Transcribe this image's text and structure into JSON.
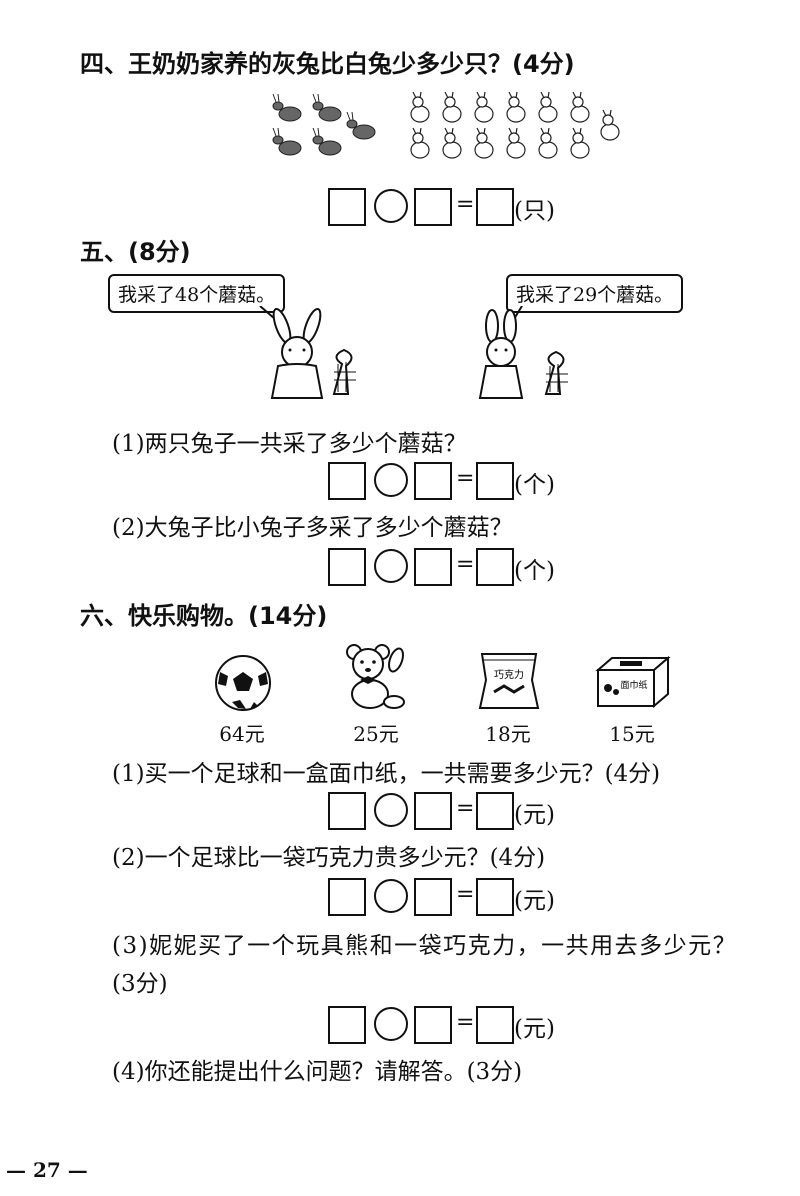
{
  "section4": {
    "title": "四、王奶奶家养的灰兔比白兔少多少只？(4分)",
    "unit": "(只)"
  },
  "section5": {
    "title": "五、(8分)",
    "bubble_left": "我采了48个蘑菇。",
    "bubble_right": "我采了29个蘑菇。",
    "q1": "(1)两只兔子一共采了多少个蘑菇？",
    "q1_unit": "(个)",
    "q2": "(2)大兔子比小兔子多采了多少个蘑菇？",
    "q2_unit": "(个)"
  },
  "section6": {
    "title": "六、快乐购物。(14分)",
    "items": [
      {
        "icon": "soccer-ball-icon",
        "price": "64元"
      },
      {
        "icon": "teddy-bear-icon",
        "price": "25元"
      },
      {
        "icon": "chocolate-bag-icon",
        "price": "18元",
        "label": "巧克力"
      },
      {
        "icon": "tissue-box-icon",
        "price": "15元",
        "label": "面巾纸"
      }
    ],
    "q1": "(1)买一个足球和一盒面巾纸，一共需要多少元？(4分)",
    "q1_unit": "(元)",
    "q2": "(2)一个足球比一袋巧克力贵多少元？(4分)",
    "q2_unit": "(元)",
    "q3_line1": "(3)妮妮买了一个玩具熊和一袋巧克力，一共用去多少元？",
    "q3_line2": "(3分)",
    "q3_unit": "(元)",
    "q4": "(4)你还能提出什么问题？请解答。(3分)"
  },
  "footer": {
    "page": "— 27 —"
  },
  "equation_sign": "="
}
